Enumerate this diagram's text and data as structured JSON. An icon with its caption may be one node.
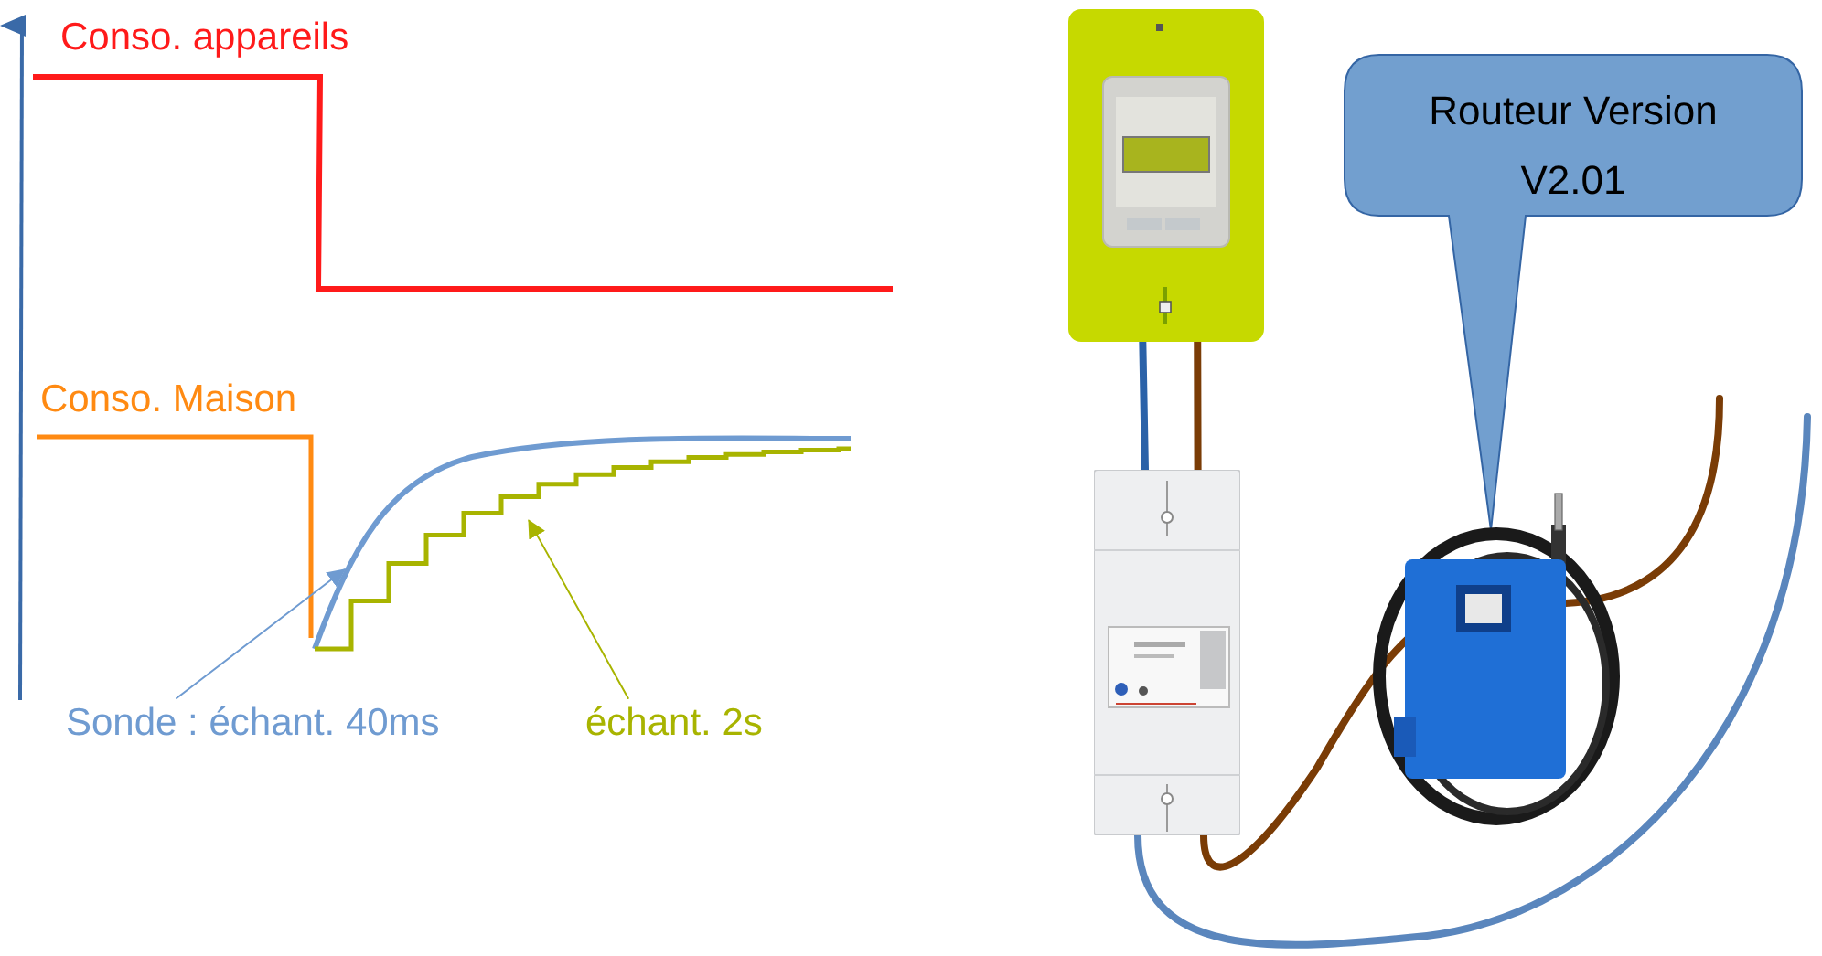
{
  "diagram": {
    "nodes": [
      {
        "text": [
          "Sonde : échant. 40ms"
        ]
      },
      {
        "text": [],
        "shape": "line"
      },
      {
        "text": [
          "échant. 2s"
        ]
      },
      {
        "text": [],
        "shape": "line"
      },
      {
        "text": [
          "Routeur Version V2.01"
        ]
      },
      {
        "text": [],
        "shape": "picture"
      },
      {
        "text": [],
        "shape": "picture"
      },
      {
        "text": [],
        "shape": "picture"
      }
    ],
    "edges": [
      {
        "from": 0,
        "to": 1,
        "arrow": "to",
        "color": "#6f9bd1"
      },
      {
        "from": 2,
        "to": 3,
        "arrow": "to",
        "color": "#a8b400"
      },
      {
        "from": 5,
        "to": 6,
        "arrow": "none",
        "color": "#2b62a8"
      },
      {
        "from": 5,
        "to": 6,
        "arrow": "none",
        "color": "#7a3c06"
      },
      {
        "from": 6,
        "to": null,
        "arrow": "none",
        "color": "#7a3c06"
      },
      {
        "from": 6,
        "to": null,
        "arrow": "none",
        "color": "#5a86bd"
      }
    ],
    "labels": [
      "Conso. appareils",
      "Conso. Maison"
    ]
  }
}
